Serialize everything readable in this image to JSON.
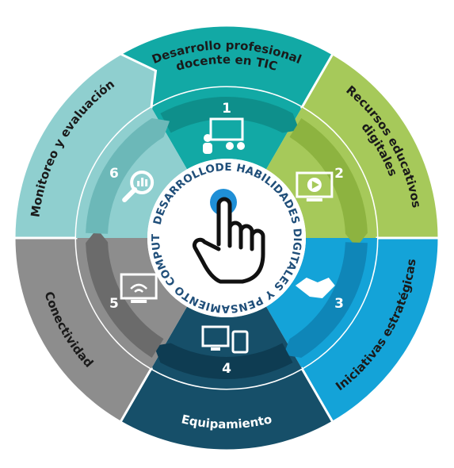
{
  "center": {
    "text": "DESARROLLODE HABILIDADES DIGITALES Y PENSAMIENTO COMPUTACIONAL."
  },
  "segments": [
    {
      "number": "1",
      "title_lines": [
        "Desarrollo profesional",
        "docente en TIC"
      ],
      "icon": "teacher-presentation-icon",
      "color": "#12a9a5",
      "inner_color": "#0e8f8b",
      "text_color": "#1a1a1a"
    },
    {
      "number": "2",
      "title_lines": [
        "Recursos educativos",
        "digitales"
      ],
      "icon": "video-monitor-icon",
      "color": "#a6c95a",
      "inner_color": "#8db340",
      "text_color": "#1a1a1a"
    },
    {
      "number": "3",
      "title_lines": [
        "Iniciativas estratégicas"
      ],
      "icon": "handshake-icon",
      "color": "#14a3d8",
      "inner_color": "#0f86b8",
      "text_color": "#1a1a1a"
    },
    {
      "number": "4",
      "title_lines": [
        "Equipamiento"
      ],
      "icon": "computer-tablet-icon",
      "color": "#164f69",
      "inner_color": "#0e3c52",
      "text_color": "#ffffff"
    },
    {
      "number": "5",
      "title_lines": [
        "Conectividad"
      ],
      "icon": "wifi-monitor-icon",
      "color": "#8d8d8d",
      "inner_color": "#6b6b6b",
      "text_color": "#1a1a1a"
    },
    {
      "number": "6",
      "title_lines": [
        "Monitoreo y evaluación"
      ],
      "icon": "magnifier-chart-icon",
      "color": "#8fcfcf",
      "inner_color": "#6cb8b8",
      "text_color": "#1a1a1a"
    }
  ],
  "colors": {
    "center_fill": "#ffffff",
    "center_text": "#1f4e79",
    "hand_dot": "#1f8fd6"
  },
  "center_icon": "pointing-hand-icon"
}
